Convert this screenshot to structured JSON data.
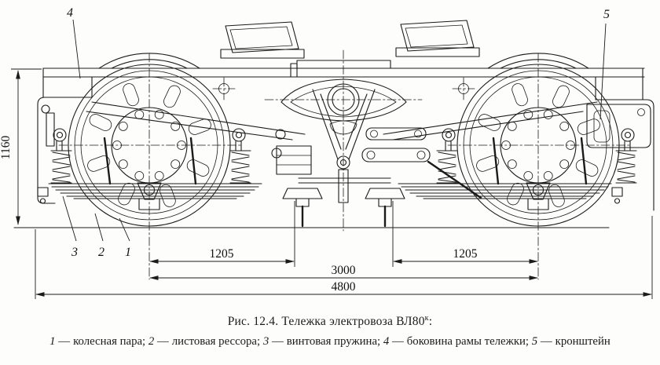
{
  "caption": {
    "prefix": "Рис. 12.4. Тележка электровоза ВЛ80",
    "sup": "к",
    "suffix": ":"
  },
  "legend": {
    "dash": "—",
    "items": [
      {
        "num": "1",
        "text": "колесная пара;"
      },
      {
        "num": "2",
        "text": "листовая рессора;"
      },
      {
        "num": "3",
        "text": "винтовая пружина;"
      },
      {
        "num": "4",
        "text": "боковина рамы тележки;"
      },
      {
        "num": "5",
        "text": "кронштейн"
      }
    ]
  },
  "dims": {
    "height": "1160",
    "left_span": "1205",
    "right_span": "1205",
    "wheelbase": "3000",
    "overall": "4800"
  },
  "callouts": {
    "c1": "1",
    "c2": "2",
    "c3": "3",
    "c4": "4",
    "c5": "5"
  },
  "colors": {
    "line": "#1b1b1b",
    "paper": "#fdfdfc"
  }
}
